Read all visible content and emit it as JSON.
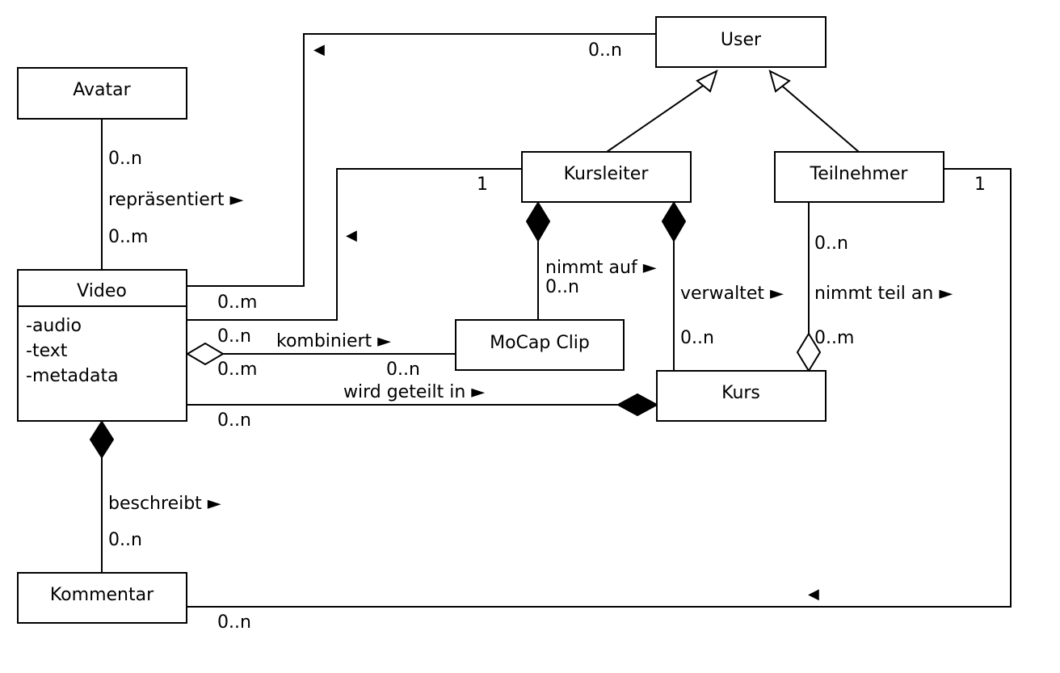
{
  "classes": {
    "user": "User",
    "avatar": "Avatar",
    "kursleiter": "Kursleiter",
    "teilnehmer": "Teilnehmer",
    "video": "Video",
    "video_attributes": [
      "-audio",
      "-text",
      "-metadata"
    ],
    "mocap_clip": "MoCap Clip",
    "kurs": "Kurs",
    "kommentar": "Kommentar"
  },
  "associations": {
    "user_video": {
      "user_mult": "0..n",
      "video_mult": "0..m",
      "arrow": "◀"
    },
    "avatar_video": {
      "avatar_mult": "0..n",
      "label": "repräsentiert ►",
      "video_mult": "0..m"
    },
    "kursleiter_video": {
      "kursleiter_mult": "1",
      "video_mult": "0..n",
      "arrow": "◀"
    },
    "kursleiter_mocap": {
      "label": "nimmt auf ►",
      "mocap_mult": "0..n"
    },
    "kursleiter_kurs": {
      "label": "verwaltet ►",
      "kurs_mult": "0..n"
    },
    "teilnehmer_kurs": {
      "teilnehmer_mult": "0..n",
      "label": "nimmt teil an ►",
      "kurs_mult": "0..m"
    },
    "video_mocap": {
      "label": "kombiniert ►",
      "video_mult": "0..m",
      "mocap_mult": "0..n"
    },
    "video_kurs": {
      "label": "wird geteilt in ►",
      "video_mult": "0..n"
    },
    "video_kommentar": {
      "label": "beschreibt ►",
      "kommentar_mult": "0..n"
    },
    "teilnehmer_kommentar": {
      "teilnehmer_mult": "1",
      "kommentar_mult": "0..n",
      "arrow": "◀"
    }
  }
}
